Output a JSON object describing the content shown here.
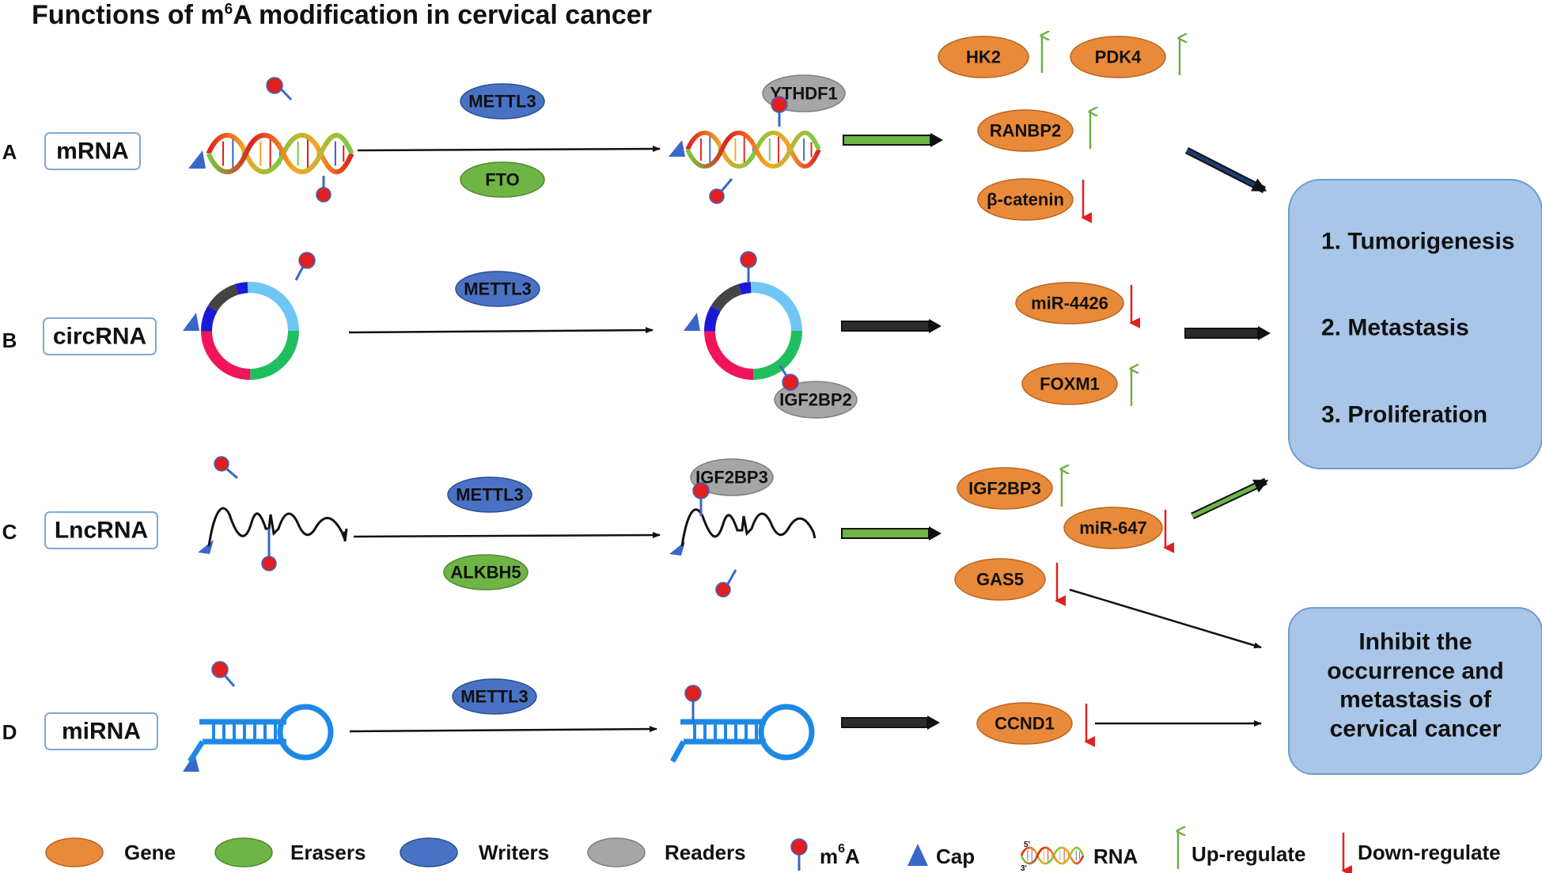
{
  "title": {
    "prefix": "Functions of m",
    "superscript": "6",
    "suffix": "A modification in cervical cancer"
  },
  "colors": {
    "gene": "#e98a3a",
    "eraser": "#6fb545",
    "writer": "#4a72c4",
    "reader": "#a6a6a6",
    "m6a_head": "#e02020",
    "m6a_stem": "#3a66c9",
    "cap": "#3a66c9",
    "up_arrow": "#70ad47",
    "down_arrow": "#e02020",
    "outcome_box": "#a9c6e8",
    "mirna": "#1e88e5"
  },
  "rows": [
    {
      "letter": "A",
      "label": "mRNA"
    },
    {
      "letter": "B",
      "label": "circRNA"
    },
    {
      "letter": "C",
      "label": "LncRNA"
    },
    {
      "letter": "D",
      "label": "miRNA"
    }
  ],
  "enzymes": {
    "a_writer": "METTL3",
    "a_eraser": "FTO",
    "a_reader": "YTHDF1",
    "b_writer": "METTL3",
    "b_reader": "IGF2BP2",
    "c_writer": "METTL3",
    "c_eraser": "ALKBH5",
    "c_reader": "IGF2BP3",
    "d_writer": "METTL3"
  },
  "targets": {
    "a": [
      {
        "name": "HK2",
        "direction": "up"
      },
      {
        "name": "PDK4",
        "direction": "up"
      },
      {
        "name": "RANBP2",
        "direction": "up"
      },
      {
        "name": "β-catenin",
        "direction": "down"
      }
    ],
    "b": [
      {
        "name": "miR-4426",
        "direction": "down"
      },
      {
        "name": "FOXM1",
        "direction": "up"
      }
    ],
    "c": [
      {
        "name": "IGF2BP3",
        "direction": "up"
      },
      {
        "name": "miR-647",
        "direction": "down"
      },
      {
        "name": "GAS5",
        "direction": "down"
      }
    ],
    "d": [
      {
        "name": "CCND1",
        "direction": "down"
      }
    ]
  },
  "outcomes": {
    "promote": [
      "1. Tumorigenesis",
      "2. Metastasis",
      "3. Proliferation"
    ],
    "inhibit": [
      "Inhibit the",
      "occurrence and",
      "metastasis of",
      "cervical cancer"
    ]
  },
  "legend": {
    "gene": "Gene",
    "erasers": "Erasers",
    "writers": "Writers",
    "readers": "Readers",
    "m6a_prefix": "m",
    "m6a_sup": "6",
    "m6a_suffix": "A",
    "cap": "Cap",
    "rna": "RNA",
    "rna_icon_5": "5'",
    "rna_icon_3": "3'",
    "up": "Up-regulate",
    "down": "Down-regulate"
  }
}
